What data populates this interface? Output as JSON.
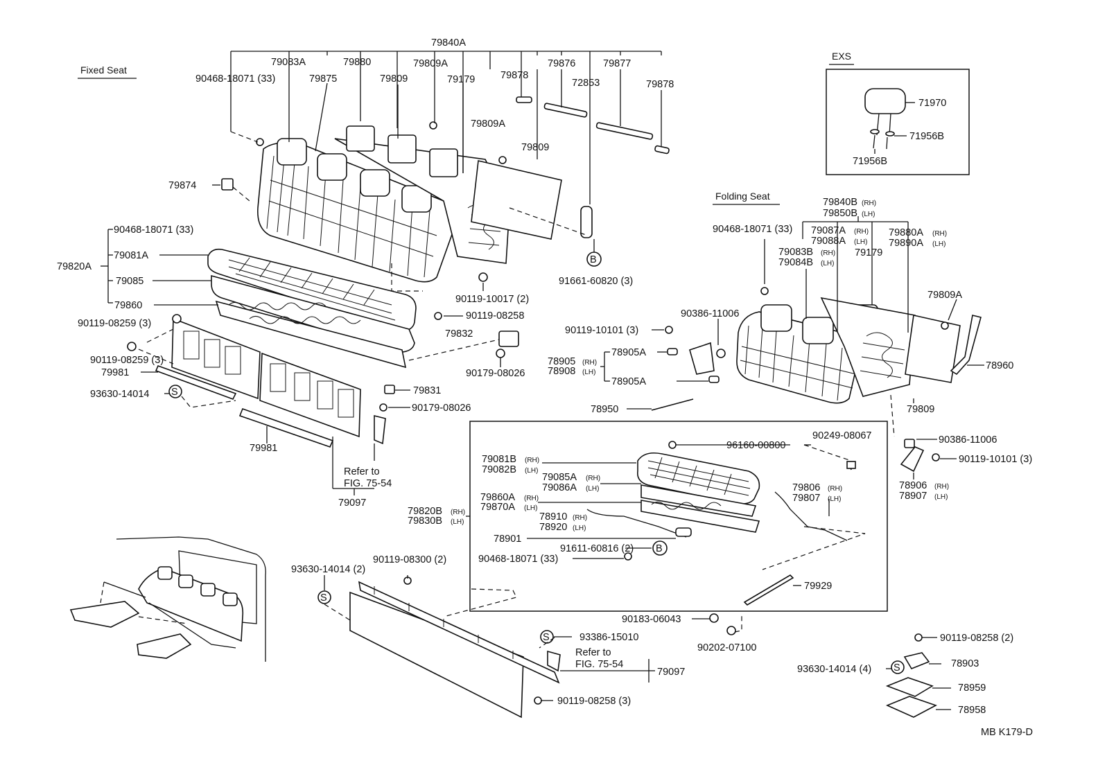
{
  "sections": {
    "fixed_seat": "Fixed Seat",
    "folding_seat": "Folding Seat",
    "exs": "EXS"
  },
  "diagram_code": "MB K179-D",
  "callouts": {
    "s_symbol": "S",
    "b_symbol": "B"
  },
  "labels": {
    "p79840A": "79840A",
    "p79083A": "79083A",
    "p79880": "79880",
    "p79809A_top": "79809A",
    "p90468_top": "90468-18071 (33)",
    "p79875": "79875",
    "p79809_top": "79809",
    "p79179_top": "79179",
    "p79878_a": "79878",
    "p79876": "79876",
    "p79877": "79877",
    "p72853": "72853",
    "p79878_b": "79878",
    "p79809A_mid": "79809A",
    "p79809_mid": "79809",
    "p79874": "79874",
    "p90468_left": "90468-18071 (33)",
    "p79820A": "79820A",
    "p79081A": "79081A",
    "p79085": "79085",
    "p79860": "79860",
    "p90119_10017": "90119-10017 (2)",
    "p91661_60820": "91661-60820 (3)",
    "p90119_08258_a": "90119-08258",
    "p90119_08259_a": "90119-08259 (3)",
    "p79832": "79832",
    "p90119_08259_b": "90119-08259 (3)",
    "p90179_08026_a": "90179-08026",
    "p79981_a": "79981",
    "p79831": "79831",
    "p93630_a": "93630-14014",
    "p90179_08026_b": "90179-08026",
    "p79981_b": "79981",
    "refer_a_1": "Refer to",
    "refer_a_2": "FIG. 75-54",
    "p79097_a": "79097",
    "p71970": "71970",
    "p71956B_a": "71956B",
    "p71956B_b": "71956B",
    "p79840B": "79840B",
    "p79840B_rh": "(RH)",
    "p79850B": "79850B",
    "p79850B_lh": "(LH)",
    "p90468_right": "90468-18071 (33)",
    "p79087A": "79087A",
    "p79087A_rh": "(RH)",
    "p79088A": "79088A",
    "p79088A_lh": "(LH)",
    "p79880A": "79880A",
    "p79880A_rh": "(RH)",
    "p79890A": "79890A",
    "p79890A_lh": "(LH)",
    "p79083B": "79083B",
    "p79083B_rh": "(RH)",
    "p79084B": "79084B",
    "p79084B_lh": "(LH)",
    "p79179_right": "79179",
    "p79809A_right": "79809A",
    "p90386_a": "90386-11006",
    "p90119_10101_a": "90119-10101 (3)",
    "p78905A_a": "78905A",
    "p78905": "78905",
    "p78905_rh": "(RH)",
    "p78908": "78908",
    "p78908_lh": "(LH)",
    "p78905A_b": "78905A",
    "p78960": "78960",
    "p78950": "78950",
    "p79809_right": "79809",
    "p90386_b": "90386-11006",
    "p96160": "96160-00800",
    "p90249": "90249-08067",
    "p90119_10101_b": "90119-10101 (3)",
    "p79081B": "79081B",
    "p79081B_rh": "(RH)",
    "p79082B": "79082B",
    "p79082B_lh": "(LH)",
    "p79085A": "79085A",
    "p79085A_rh": "(RH)",
    "p79086A": "79086A",
    "p79086A_lh": "(LH)",
    "p79806": "79806",
    "p79806_rh": "(RH)",
    "p79807": "79807",
    "p79807_lh": "(LH)",
    "p78906": "78906",
    "p78906_rh": "(RH)",
    "p78907": "78907",
    "p78907_lh": "(LH)",
    "p79860A": "79860A",
    "p79860A_rh": "(RH)",
    "p79870A": "79870A",
    "p79870A_lh": "(LH)",
    "p79820B": "79820B",
    "p79820B_rh": "(RH)",
    "p79830B": "79830B",
    "p79830B_lh": "(LH)",
    "p78910": "78910",
    "p78910_rh": "(RH)",
    "p78920": "78920",
    "p78920_lh": "(LH)",
    "p78901": "78901",
    "p91611": "91611-60816 (2)",
    "p90468_lower": "90468-18071 (33)",
    "p90119_08300": "90119-08300 (2)",
    "p93630_b": "93630-14014 (2)",
    "p79929": "79929",
    "p90183": "90183-06043",
    "p90202": "90202-07100",
    "p93386": "93386-15010",
    "refer_b_1": "Refer to",
    "refer_b_2": "FIG. 75-54",
    "p79097_b": "79097",
    "p90119_08258_b": "90119-08258 (3)",
    "p90119_08258_c": "90119-08258 (2)",
    "p93630_c": "93630-14014 (4)",
    "p78903": "78903",
    "p78959": "78959",
    "p78958": "78958"
  }
}
